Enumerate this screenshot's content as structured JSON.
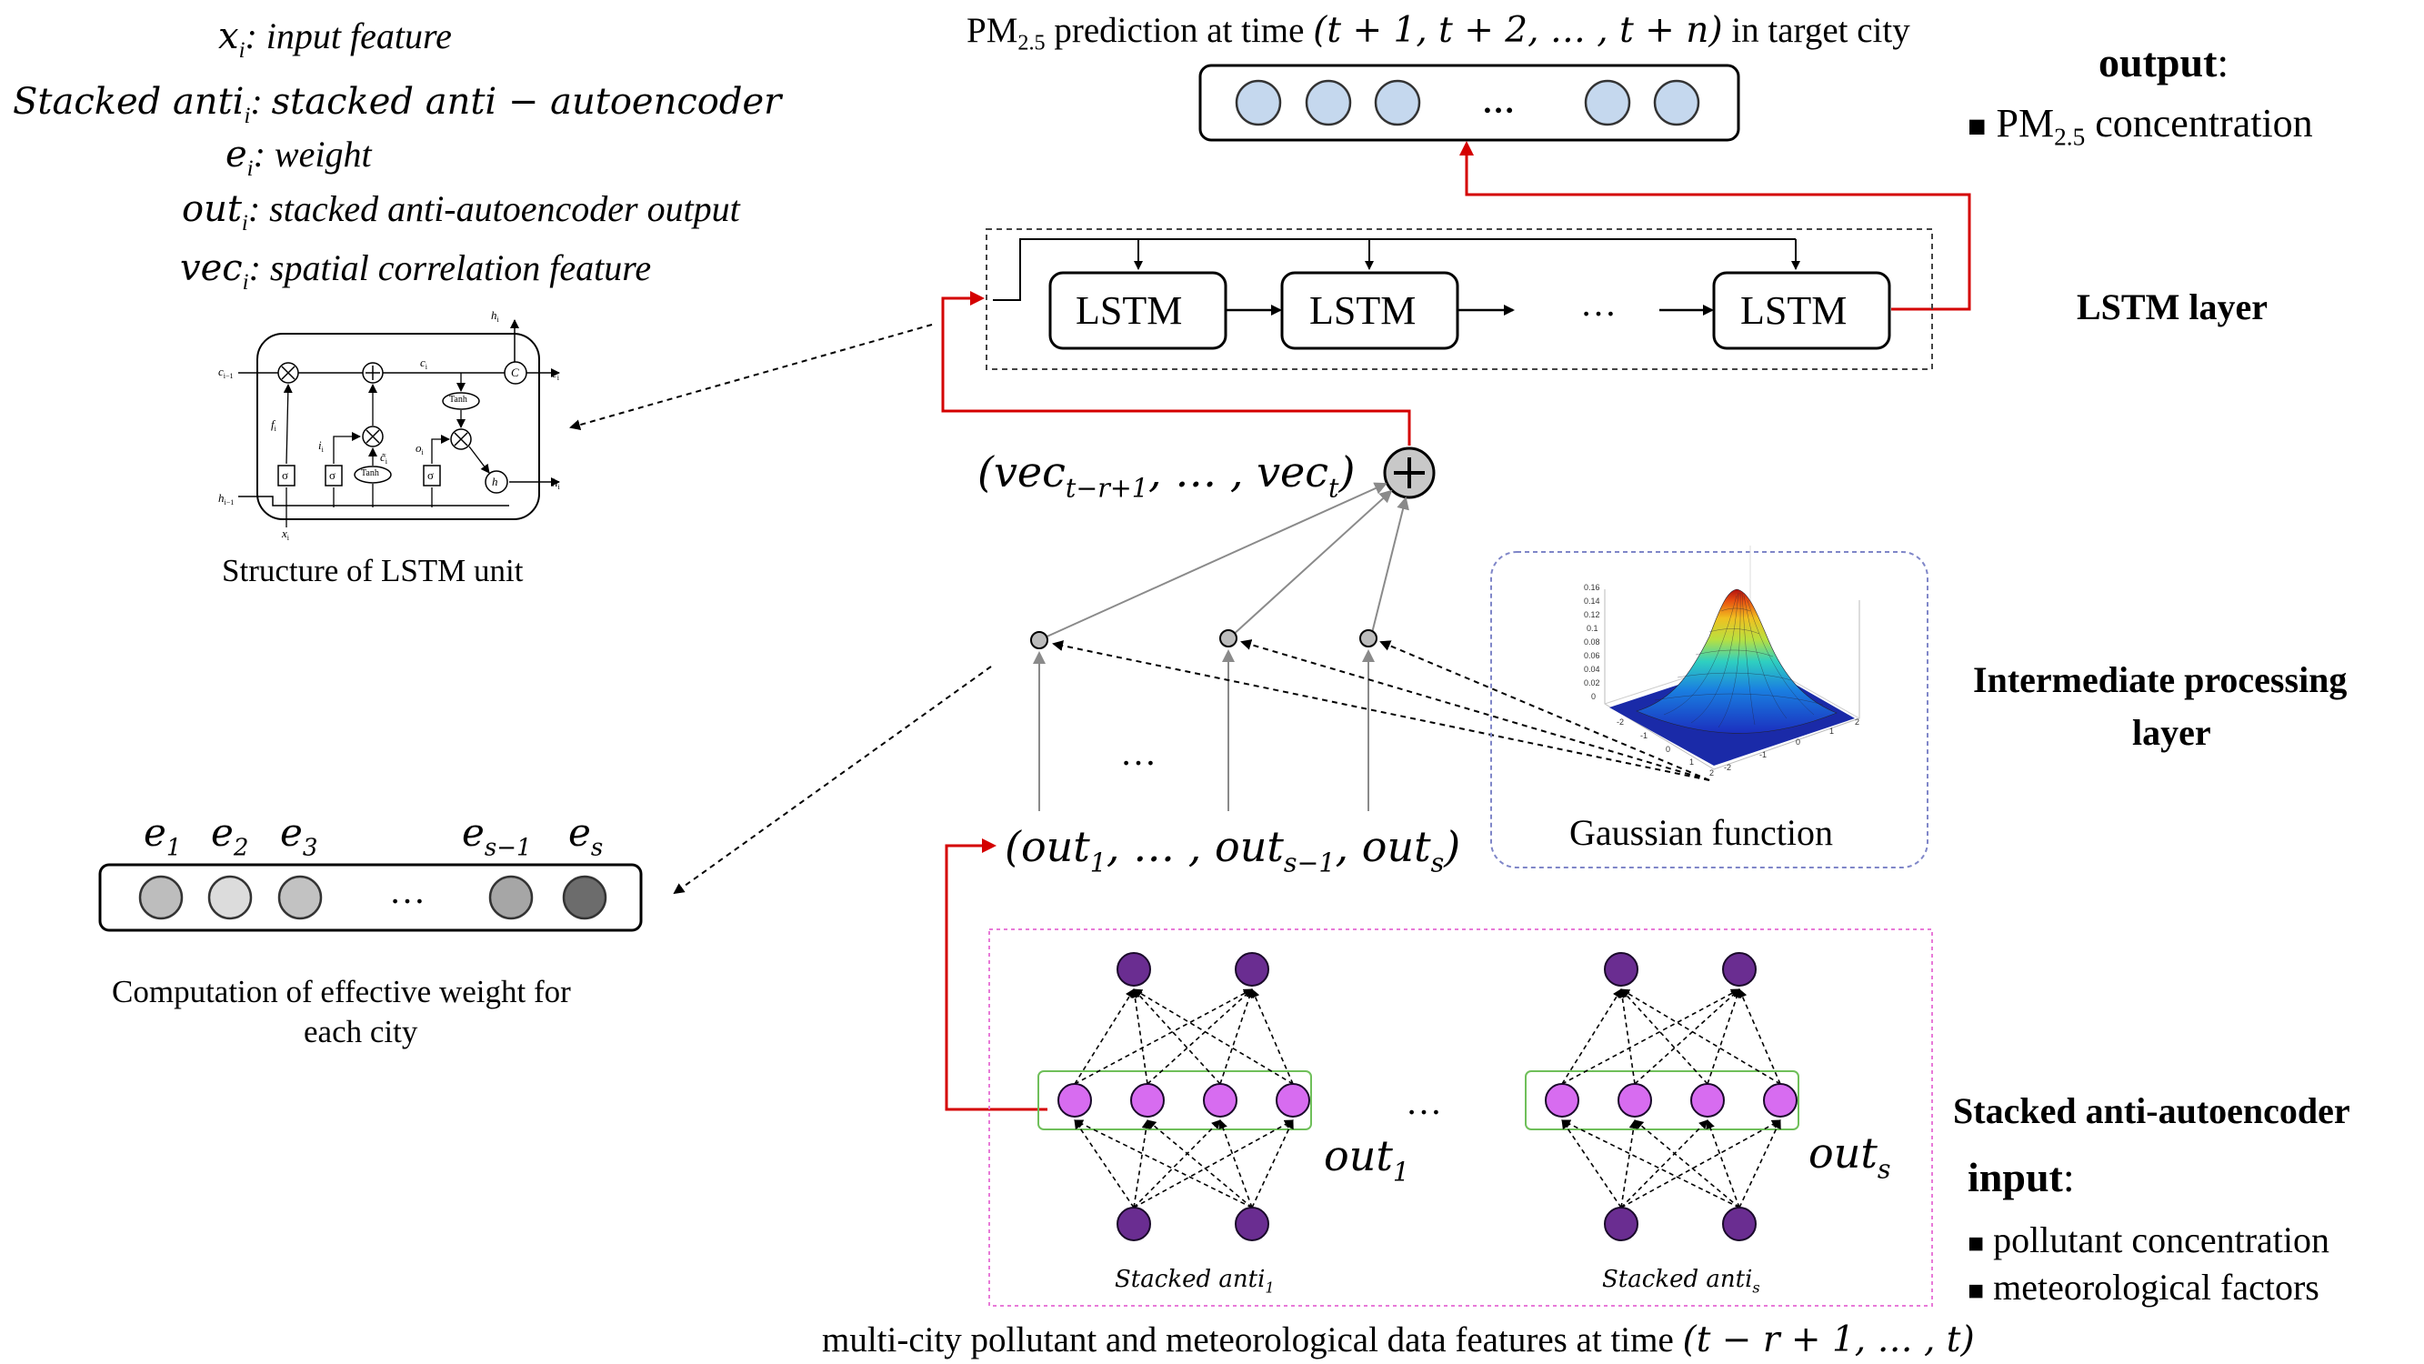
{
  "legend": {
    "items": [
      {
        "sym": "x",
        "sub": "i",
        "desc": "input feature"
      },
      {
        "sym": "Stacked anti",
        "sub": "i",
        "desc": "stacked anti − autoencoder"
      },
      {
        "sym": "e",
        "sub": "i",
        "desc": "weight"
      },
      {
        "sym": "out",
        "sub": "i",
        "desc": "stacked anti-autoencoder output"
      },
      {
        "sym": "vec",
        "sub": "i",
        "desc": "spatial correlation feature"
      }
    ]
  },
  "lstm_unit": {
    "caption": "Structure of LSTM unit",
    "labels": {
      "c_prev_base": "c",
      "c_prev_sub": "i−1",
      "c_out_base": "c",
      "c_out_sub": "i",
      "h_prev_base": "h",
      "h_prev_sub": "i−1",
      "h_out_base": "h",
      "h_out_sub": "i",
      "h_top_base": "h",
      "h_top_sub": "i",
      "x_base": "x",
      "x_sub": "i",
      "f_base": "f",
      "f_sub": "i",
      "i_base": "i",
      "i_sub": "i",
      "ct_base": "c̃",
      "ct_sub": "i",
      "o_base": "o",
      "o_sub": "i",
      "c_mid_base": "c",
      "c_mid_sub": "i",
      "sigma": "σ",
      "tanh": "Tanh",
      "C": "C",
      "h": "h"
    }
  },
  "top": {
    "prediction_prefix": "PM",
    "prediction_sub": "2.5",
    "prediction_mid": " prediction at time ",
    "prediction_time": "(t + 1, t + 2, … , t + n)",
    "prediction_suffix": " in target city",
    "dots": "…"
  },
  "output": {
    "title": "output",
    "colon": ":",
    "bullet": "■",
    "item_prefix": "PM",
    "item_sub": "2.5",
    "item_suffix": " concentration"
  },
  "lstm_layer": {
    "title": "LSTM layer",
    "cells": [
      "LSTM",
      "LSTM",
      "LSTM"
    ],
    "dots": "…"
  },
  "vec": {
    "text_open": "(vec",
    "sub": "t−r+1",
    "text_mid": ", … , vec",
    "sub2": "t",
    "text_close": ")",
    "plus": "+"
  },
  "intermediate": {
    "title_line1": "Intermediate processing",
    "title_line2": "layer",
    "dots": "…",
    "gaussian_caption": "Gaussian function",
    "gaussian_ticks": [
      "0.16",
      "0.14",
      "0.12",
      "0.1",
      "0.08",
      "0.06",
      "0.04",
      "0.02",
      "0",
      "-2",
      "-1",
      "0",
      "1",
      "2",
      "-2",
      "-1",
      "0",
      "1",
      "2"
    ]
  },
  "outs": {
    "open": "(out",
    "sub1": "1",
    "mid": ", … , out",
    "sub2": "s−1",
    "mid2": ", out",
    "sub3": "s",
    "close": ")"
  },
  "weights": {
    "labels": [
      {
        "base": "e",
        "sub": "1"
      },
      {
        "base": "e",
        "sub": "2"
      },
      {
        "base": "e",
        "sub": "3"
      },
      {
        "base": "e",
        "sub": "s−1"
      },
      {
        "base": "e",
        "sub": "s"
      }
    ],
    "dots": "…",
    "caption_line1": "Computation of effective weight for",
    "caption_line2": "each city"
  },
  "sae": {
    "title": "Stacked anti-autoencoder",
    "dots": "…",
    "out1_base": "out",
    "out1_sub": "1",
    "outs_base": "out",
    "outs_sub": "s",
    "label1_base": "Stacked anti",
    "label1_sub": "1",
    "labels_base": "Stacked anti",
    "labels_sub": "s"
  },
  "input": {
    "title": "input",
    "colon": ":",
    "bullet": "■",
    "items": [
      "pollutant concentration",
      "meteorological factors"
    ]
  },
  "bottom": {
    "caption_prefix": "multi-city pollutant and meteorological data features at time ",
    "caption_time": "(t − r + 1, … , t)"
  },
  "colors": {
    "red_arrow": "#d40000",
    "node_blue": "#c5d8ee",
    "node_purple_dark": "#6a2d91",
    "node_purple_light": "#d76cf0",
    "sae_border": "#e87ad8",
    "hidden_border": "#6fbf5a",
    "gauss_border": "#7f86c8"
  }
}
